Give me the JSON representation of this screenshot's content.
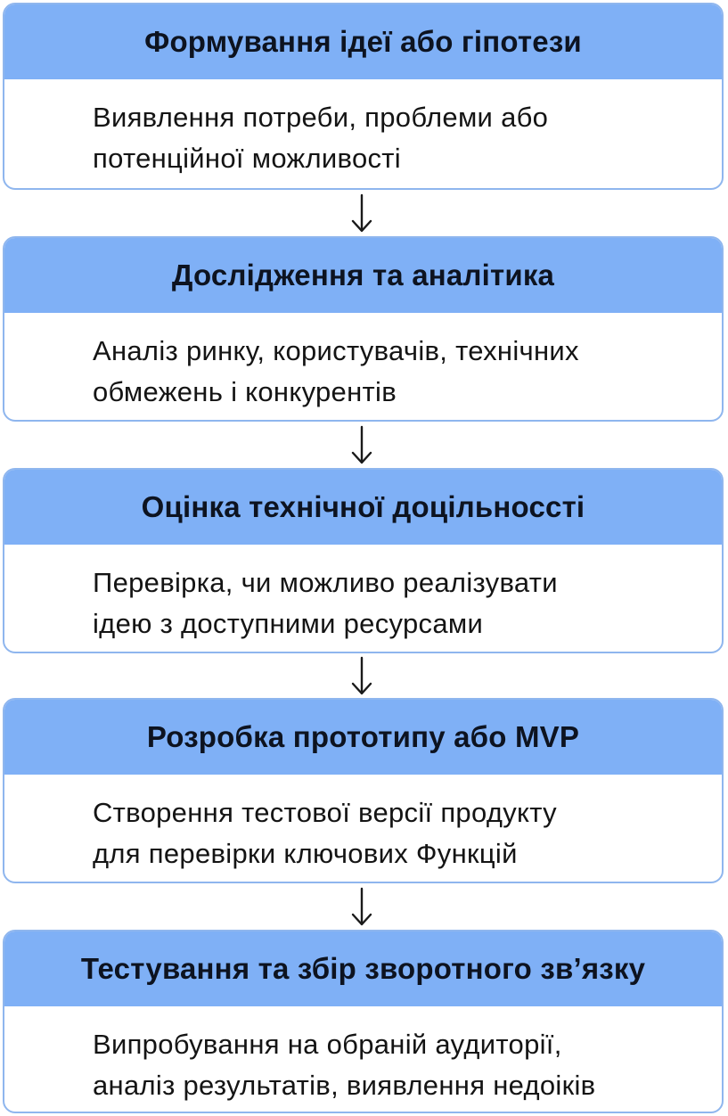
{
  "steps": [
    {
      "title": "Формування ідеї або гіпотези",
      "description": "Виявлення потреби, проблеми або\nпотенційної можливості"
    },
    {
      "title": "Дослідження та аналітика",
      "description": "Аналіз ринку, користувачів, технічних\nобмежень і конкурентів"
    },
    {
      "title": "Оцінка технічної доцільноссті",
      "description": "Перевірка, чи можливо реалізувати\nідею з доступними ресурсами"
    },
    {
      "title": "Розробка прототипу або MVP",
      "description": "Створення тестової версії продукту\nдля перевірки ключових Функцій"
    },
    {
      "title": "Тестування та збір зворотного зв’язку",
      "description": "Випробування на обраній аудиторії,\nаналіз результатів, виявлення недоіків"
    }
  ],
  "colors": {
    "header_fill": "#7fb0f6",
    "border": "#8fb6ee",
    "arrow": "#1a1a1a"
  }
}
